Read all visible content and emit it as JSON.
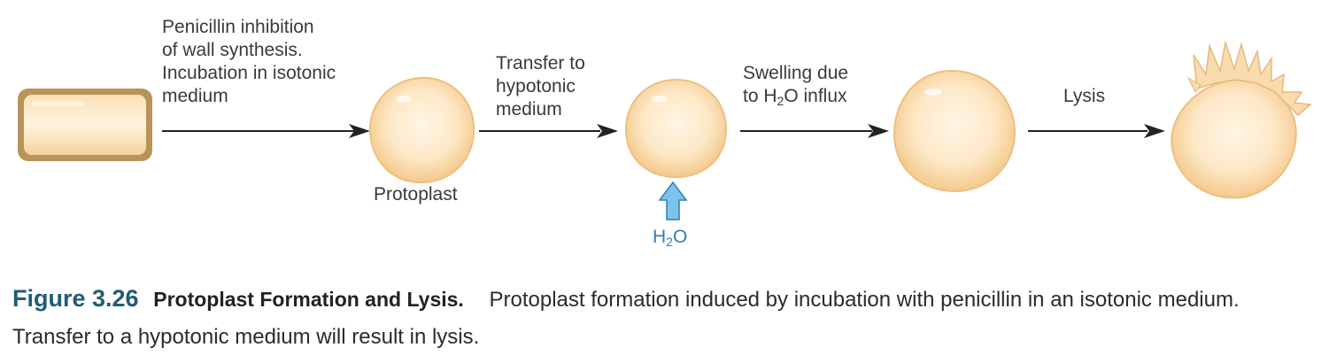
{
  "diagram": {
    "step1_lines": [
      "Penicillin inhibition",
      "of wall synthesis.",
      "Incubation in isotonic",
      "medium"
    ],
    "step2_lines": [
      "Transfer to",
      "hypotonic",
      "medium"
    ],
    "step3_line1": "Swelling due",
    "step3_line2_prefix": "to H",
    "step3_line2_sub": "2",
    "step3_line2_suffix": "O influx",
    "step4_label": "Lysis",
    "protoplast_label": "Protoplast",
    "water_prefix": "H",
    "water_sub": "2",
    "water_suffix": "O",
    "colors": {
      "cell_fill": "#fbe3bd",
      "cell_wall": "#b58d4e",
      "arrow": "#222222",
      "water_arrow": "#7cc3ea",
      "water_text": "#2f7fb5",
      "figure_number": "#1f5d73"
    }
  },
  "caption": {
    "figure_number": "Figure 3.26",
    "title": "Protoplast Formation and Lysis.",
    "text": "Protoplast formation induced by incubation with penicillin in an isotonic medium. Transfer to a hypotonic medium will result in lysis."
  }
}
